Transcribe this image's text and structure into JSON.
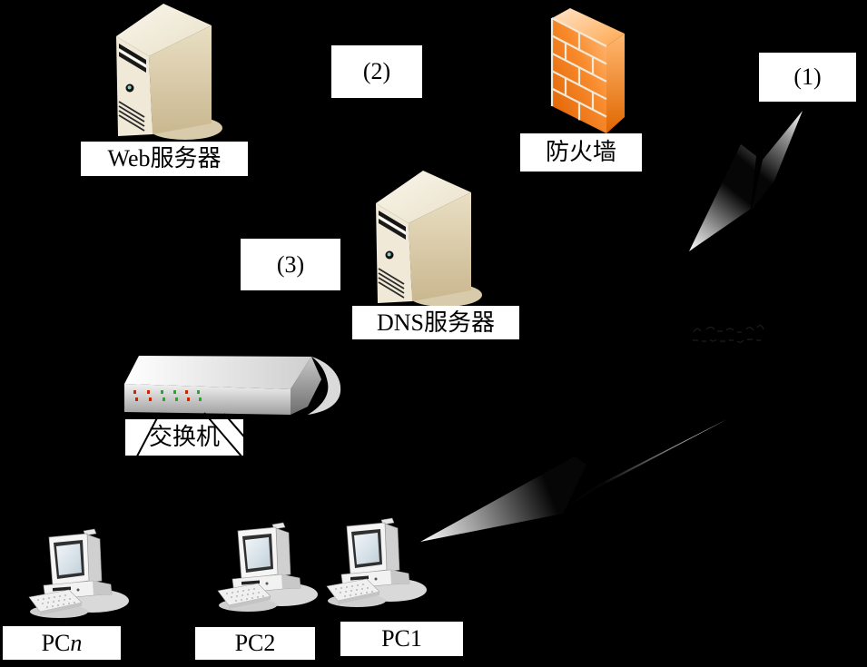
{
  "diagram": {
    "nodes": {
      "web_server": {
        "label": "Web服务器",
        "type": "server"
      },
      "dns_server": {
        "label": "DNS服务器",
        "type": "server"
      },
      "firewall": {
        "label": "防火墙",
        "type": "firewall"
      },
      "switch": {
        "label": "交换机",
        "type": "switch"
      },
      "pc1": {
        "label": "PC1",
        "type": "pc"
      },
      "pc2": {
        "label": "PC2",
        "type": "pc"
      },
      "pcn": {
        "label_prefix": "PC",
        "label_italic": "n",
        "type": "pc"
      }
    },
    "blanks": {
      "b1": "(1)",
      "b2": "(2)",
      "b3": "(3)"
    },
    "colors": {
      "background": "#000000",
      "label_bg": "#FFFFFF",
      "label_text": "#000000",
      "server_front": "#F0E9D7",
      "server_side_dark": "#C9B78F",
      "firewall_orange": "#F07818",
      "firewall_mortar": "#EEEADA",
      "power_button_teal": "#7FD4C0",
      "led_red": "#CC2200",
      "led_green": "#22AA22"
    },
    "led_pattern": [
      "#CC2200",
      "#CC2200",
      "#22AA22",
      "#22AA22",
      "#CC2200",
      "#22AA22"
    ]
  }
}
